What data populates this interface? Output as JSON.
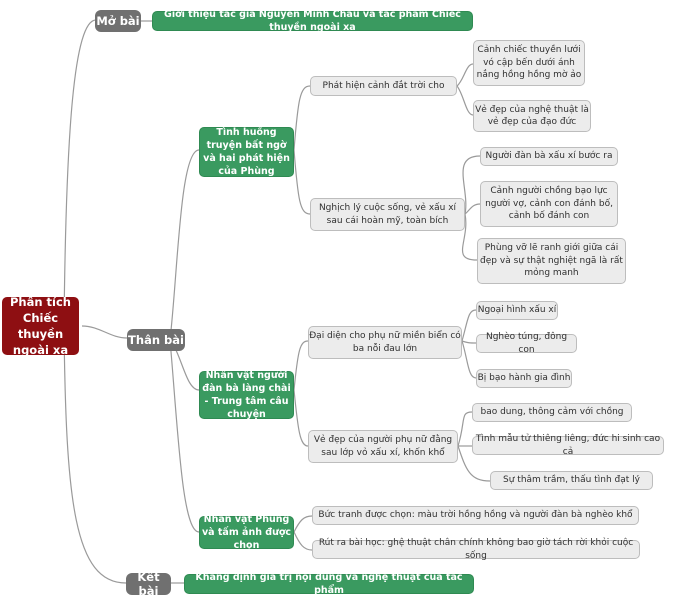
{
  "root": {
    "label": "Phân tích Chiếc thuyền ngoài xa"
  },
  "sections": {
    "mo_bai": {
      "label": "Mở bài",
      "child": "Giới thiệu tác giả Nguyễn Minh Châu và tác phẩm Chiếc thuyền ngoài xa"
    },
    "than_bai": {
      "label": "Thân bài",
      "topics": [
        {
          "label": "Tình huống truyện bất ngờ và hai phát hiện của Phùng",
          "subs": [
            {
              "label": "Phát hiện cảnh đắt trời cho",
              "items": [
                "Cảnh chiếc thuyền lưới vó cập bến dưới ánh nắng hồng hồng mờ ảo",
                "Vẻ đẹp của nghệ thuật là vẻ đẹp của đạo đức"
              ]
            },
            {
              "label": "Nghịch lý cuộc sống, vẻ xấu xí sau cái hoàn mỹ, toàn bích",
              "items": [
                "Người đàn bà xấu xí bước ra",
                "Cảnh người chồng bạo lực người vợ, cảnh con đánh bố, cảnh bố đánh con",
                "Phùng vỡ lẽ ranh giới giữa cái đẹp và sự thật nghiệt ngã là rất mỏng manh"
              ]
            }
          ]
        },
        {
          "label": "Nhân vật người đàn bà làng chài - Trung tâm câu chuyện",
          "subs": [
            {
              "label": "Đại diện cho phụ nữ miền biển có ba nỗi đau lớn",
              "items": [
                "Ngoại hình xấu xí",
                "Nghèo túng, đông con",
                "Bị bạo hành gia đình"
              ]
            },
            {
              "label": "Vẻ đẹp của người phụ nữ đằng sau lớp vỏ xấu xí, khốn khổ",
              "items": [
                "bao dung, thông cảm với chồng",
                "Tình mẫu tử thiêng liêng, đức hi sinh cao cả",
                "Sự thâm trầm, thấu tình đạt lý"
              ]
            }
          ]
        },
        {
          "label": "Nhân vật Phùng và tấm ảnh được chọn",
          "items": [
            "Bức tranh được chọn: màu trời hồng hồng và người đàn bà nghèo khổ",
            "Rút ra bài học: ghệ thuật chân chính không bao giờ tách rời khỏi cuộc sống"
          ]
        }
      ]
    },
    "ket_bai": {
      "label": "Kết bài",
      "child": "Khẳng định giá trị nội dung và nghệ thuật của tác phẩm"
    }
  },
  "colors": {
    "root": "#8e0f12",
    "section": "#707070",
    "green": "#3a9a60",
    "grey_fill": "#ececec",
    "grey_border": "#bdbdbd",
    "link": "#9a9a9a"
  }
}
